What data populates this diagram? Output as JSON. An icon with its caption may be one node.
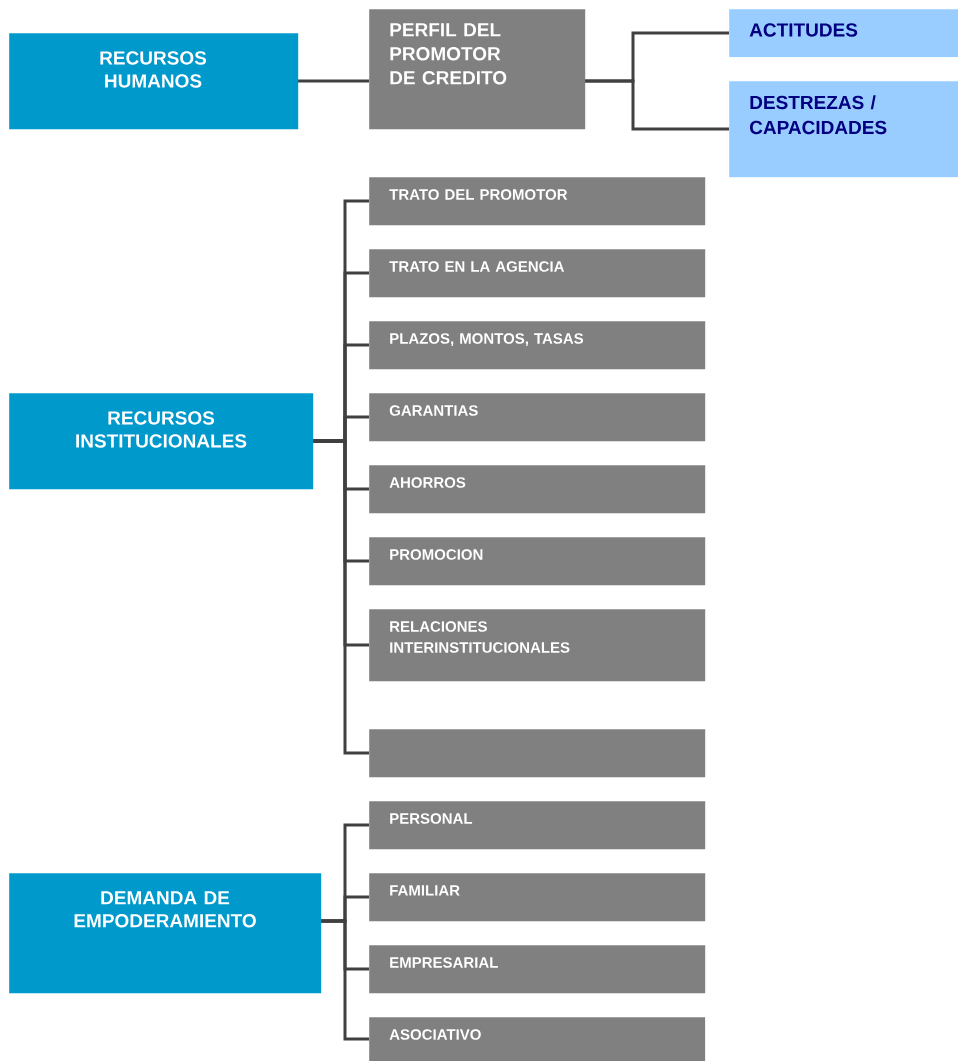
{
  "diagram": {
    "nodes": [
      {
        "text": [
          "RECURSOS HUMANOS"
        ]
      },
      {
        "text": [
          "PERFIL DEL PROMOTOR DE CREDITO"
        ]
      },
      {
        "text": [
          "ACTITUDES"
        ]
      },
      {
        "text": [
          "DESTREZAS / CAPACIDADES"
        ]
      },
      {
        "text": [
          "RECURSOS INSTITUCIONALES"
        ]
      },
      {
        "text": [
          "TRATO DEL PROMOTOR"
        ]
      },
      {
        "text": [
          "TRATO EN LA AGENCIA"
        ]
      },
      {
        "text": [
          "PLAZOS, MONTOS, TASAS"
        ]
      },
      {
        "text": [
          "GARANTIAS"
        ]
      },
      {
        "text": [
          "AHORROS"
        ]
      },
      {
        "text": [
          "PROMOCION"
        ]
      },
      {
        "text": [
          "RELACIONES INTERINSTITUCIONALES"
        ]
      },
      {
        "text": [],
        "shape": "box"
      },
      {
        "text": [
          "DEMANDA DE EMPODERAMIENTO"
        ]
      },
      {
        "text": [
          "PERSONAL"
        ]
      },
      {
        "text": [
          "FAMILIAR"
        ]
      },
      {
        "text": [
          "EMPRESARIAL"
        ]
      },
      {
        "text": [
          "ASOCIATIVO"
        ]
      }
    ],
    "edges": [
      {
        "from": 0,
        "to": 1,
        "arrow": "none"
      },
      {
        "from": 1,
        "to": 2,
        "arrow": "none"
      },
      {
        "from": 1,
        "to": 3,
        "arrow": "none"
      },
      {
        "from": 4,
        "to": 5,
        "arrow": "none"
      },
      {
        "from": 4,
        "to": 6,
        "arrow": "none"
      },
      {
        "from": 4,
        "to": 7,
        "arrow": "none"
      },
      {
        "from": 4,
        "to": 8,
        "arrow": "none"
      },
      {
        "from": 4,
        "to": 9,
        "arrow": "none"
      },
      {
        "from": 4,
        "to": 10,
        "arrow": "none"
      },
      {
        "from": 4,
        "to": 11,
        "arrow": "none"
      },
      {
        "from": 4,
        "to": 12,
        "arrow": "none"
      },
      {
        "from": 13,
        "to": 14,
        "arrow": "none"
      },
      {
        "from": 13,
        "to": 15,
        "arrow": "none"
      },
      {
        "from": 13,
        "to": 16,
        "arrow": "none"
      },
      {
        "from": 13,
        "to": 17,
        "arrow": "none"
      }
    ]
  }
}
